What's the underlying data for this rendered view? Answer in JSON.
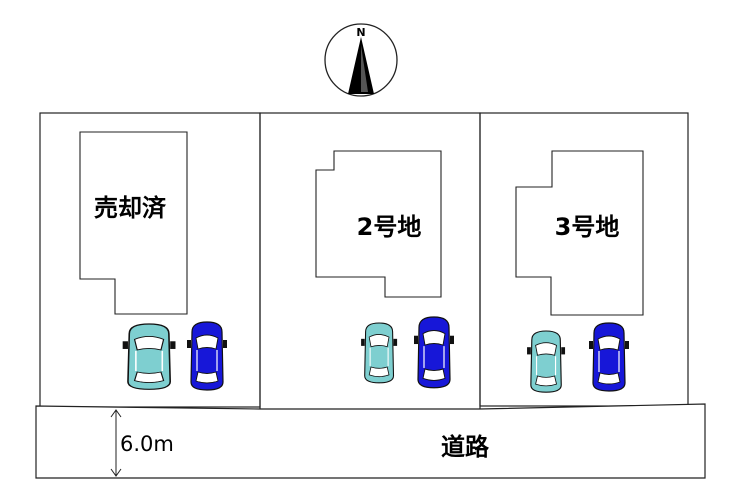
{
  "compass": {
    "label": "N"
  },
  "lots": [
    {
      "label": "売却済"
    },
    {
      "label": "2号地"
    },
    {
      "label": "3号地"
    }
  ],
  "road": {
    "label": "道路",
    "width_label": "6.0m"
  },
  "colors": {
    "car_cyan": "#7ecfd0",
    "car_blue": "#1717d8",
    "line": "#222222"
  }
}
